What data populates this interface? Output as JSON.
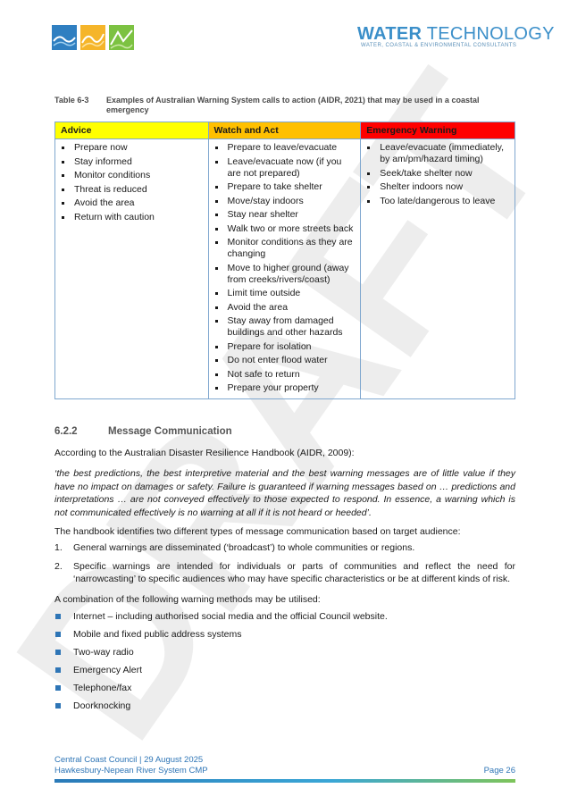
{
  "header": {
    "brand_name_bold": "WATER",
    "brand_name_light": " TECHNOLOGY",
    "brand_tagline": "WATER, COASTAL & ENVIRONMENTAL CONSULTANTS"
  },
  "watermark": {
    "text": "DRAFT"
  },
  "table_caption": {
    "number": "Table 6-3",
    "text": "Examples of Australian Warning System calls to action (AIDR, 2021) that may be used in a coastal emergency"
  },
  "warning_table": {
    "headers": [
      "Advice",
      "Watch and Act",
      "Emergency Warning"
    ],
    "advice": [
      "Prepare now",
      "Stay informed",
      "Monitor conditions",
      "Threat is reduced",
      "Avoid the area",
      "Return with caution"
    ],
    "watch_and_act": [
      "Prepare to leave/evacuate",
      "Leave/evacuate now (if you are not prepared)",
      "Prepare to take shelter",
      "Move/stay indoors",
      "Stay near shelter",
      "Walk two or more streets back",
      "Monitor conditions as they are changing",
      "Move to higher ground (away from creeks/rivers/coast)",
      "Limit time outside",
      "Avoid the area",
      "Stay away from damaged buildings and other hazards",
      "Prepare for isolation",
      "Do not enter flood water",
      "Not safe to return",
      "Prepare your property"
    ],
    "emergency_warning": [
      "Leave/evacuate (immediately, by am/pm/hazard timing)",
      "Seek/take shelter now",
      "Shelter indoors now",
      "Too late/dangerous to leave"
    ],
    "colors": {
      "advice": "#ffff00",
      "watch_and_act": "#ffc000",
      "emergency_warning": "#ff0000"
    }
  },
  "section": {
    "number": "6.2.2",
    "title": "Message Communication",
    "intro": "According to the Australian Disaster Resilience Handbook (AIDR, 2009):",
    "quote": "‘the best predictions, the best interpretive material and the best warning messages are of little value if they have no impact on damages or safety. Failure is guaranteed if warning messages based on … predictions and interpretations … are not conveyed effectively to those expected to respond. In essence, a warning which is not communicated effectively is no warning at all if it is not heard or heeded’.",
    "types_intro": "The handbook identifies two different types of message communication based on target audience:",
    "types": [
      {
        "num": "1.",
        "text": "General warnings are disseminated (‘broadcast’) to whole communities or regions."
      },
      {
        "num": "2.",
        "text": "Specific warnings are intended for individuals or parts of communities and reflect the need for ‘narrowcasting’ to specific audiences who may have specific characteristics or be at different kinds of risk."
      }
    ],
    "methods_intro": "A combination of the following warning methods may be utilised:",
    "methods": [
      "Internet – including authorised social media and the official Council website.",
      "Mobile and fixed public address systems",
      "Two-way radio",
      "Emergency Alert",
      "Telephone/fax",
      "Doorknocking"
    ]
  },
  "footer": {
    "line1": "Central Coast Council | 29 August 2025",
    "line2": "Hawkesbury-Nepean River System CMP",
    "page": "Page 26"
  }
}
